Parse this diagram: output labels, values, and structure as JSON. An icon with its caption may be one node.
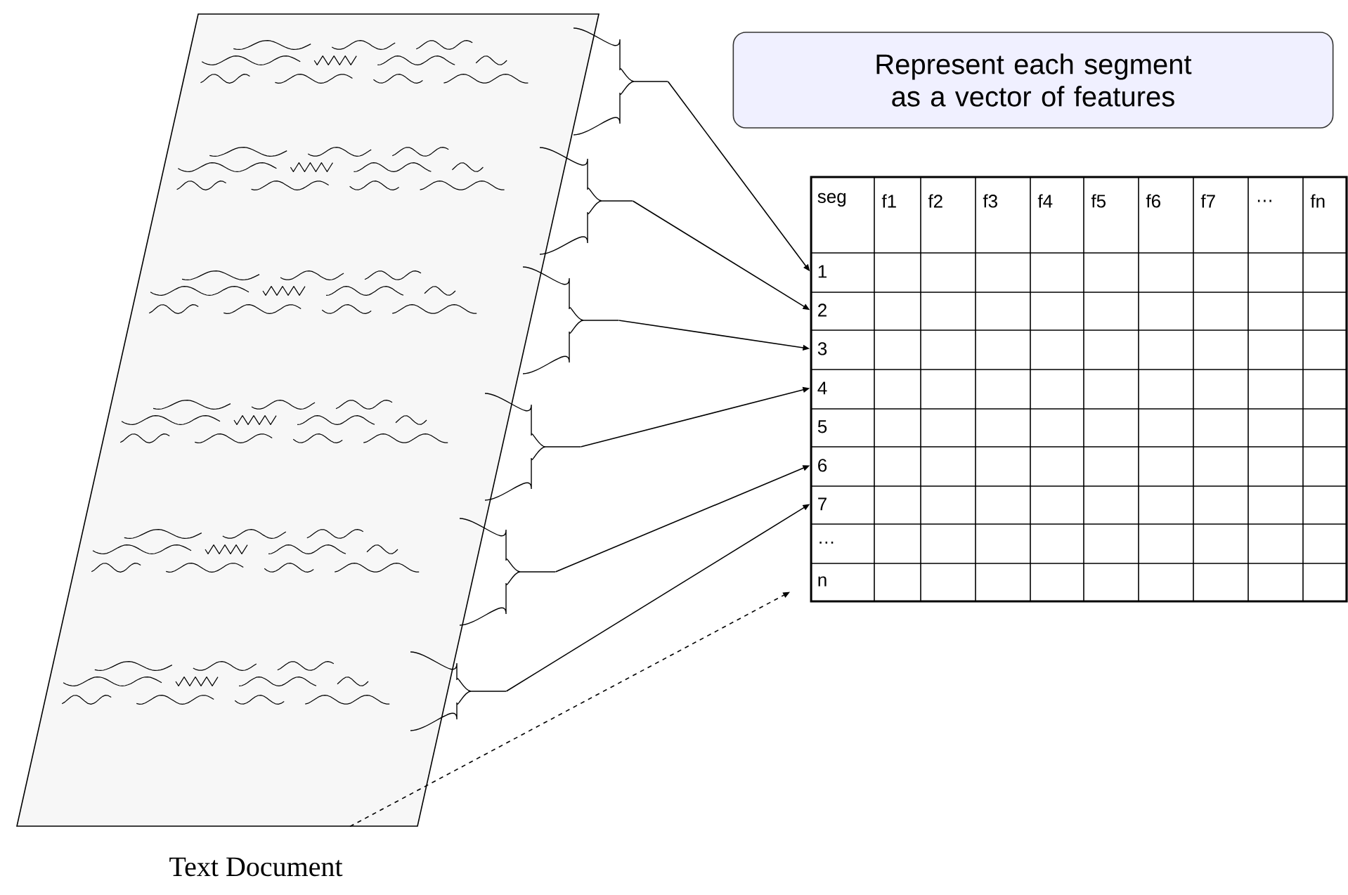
{
  "diagram": {
    "nodes": [
      {
        "text": [],
        "shape": "picture",
        "beside": [
          "Text Document"
        ]
      },
      {
        "text": [],
        "shape": "brace"
      },
      {
        "text": [],
        "shape": "brace"
      },
      {
        "text": [],
        "shape": "brace"
      },
      {
        "text": [],
        "shape": "brace"
      },
      {
        "text": [],
        "shape": "brace"
      },
      {
        "text": [],
        "shape": "brace"
      },
      {
        "text": [
          "Represent each segment as a vector of features"
        ]
      },
      {
        "text": [],
        "shape": "box"
      },
      {
        "text": [
          "seg"
        ],
        "in": 8
      },
      {
        "text": [
          "1"
        ],
        "in": 8
      },
      {
        "text": [
          "2"
        ],
        "in": 8
      },
      {
        "text": [
          "3"
        ],
        "in": 8
      },
      {
        "text": [
          "4"
        ],
        "in": 8
      },
      {
        "text": [
          "5"
        ],
        "in": 8
      },
      {
        "text": [
          "6"
        ],
        "in": 8
      },
      {
        "text": [
          "7"
        ],
        "in": 8
      },
      {
        "text": [
          "…"
        ],
        "in": 8
      },
      {
        "text": [
          "n"
        ],
        "in": 8
      }
    ],
    "edges": [
      {
        "from": 1,
        "to": 10,
        "arrow": "to"
      },
      {
        "from": 2,
        "to": 11,
        "arrow": "to"
      },
      {
        "from": 3,
        "to": 12,
        "arrow": "to"
      },
      {
        "from": 4,
        "to": 13,
        "arrow": "to"
      },
      {
        "from": 5,
        "to": 15,
        "arrow": "to"
      },
      {
        "from": 6,
        "to": 16,
        "arrow": "to"
      },
      {
        "from": 0,
        "to": 18,
        "arrow": "to",
        "style": "dashed"
      }
    ],
    "labels": [
      "f1",
      "f2",
      "f3",
      "f4",
      "f5",
      "f6",
      "f7",
      "…",
      "fn"
    ]
  }
}
